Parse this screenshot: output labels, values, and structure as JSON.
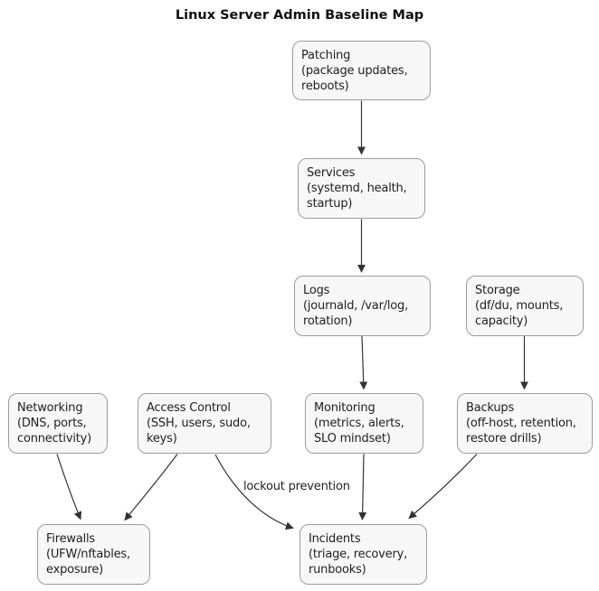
{
  "title": "Linux Server Admin Baseline Map",
  "nodes": {
    "patching": {
      "text": "Patching\n(package updates,\nreboots)"
    },
    "services": {
      "text": "Services\n(systemd, health,\nstartup)"
    },
    "logs": {
      "text": "Logs\n(journald, /var/log,\nrotation)"
    },
    "storage": {
      "text": "Storage\n(df/du, mounts,\ncapacity)"
    },
    "networking": {
      "text": "Networking\n(DNS, ports,\nconnectivity)"
    },
    "access_control": {
      "text": "Access Control\n(SSH, users, sudo,\nkeys)"
    },
    "monitoring": {
      "text": "Monitoring\n(metrics, alerts,\nSLO mindset)"
    },
    "backups": {
      "text": "Backups\n(off-host, retention,\nrestore drills)"
    },
    "firewalls": {
      "text": "Firewalls\n(UFW/nftables,\nexposure)"
    },
    "incidents": {
      "text": "Incidents\n(triage, recovery,\nrunbooks)"
    }
  },
  "edges": [
    {
      "from": "patching",
      "to": "services",
      "label": ""
    },
    {
      "from": "services",
      "to": "logs",
      "label": ""
    },
    {
      "from": "logs",
      "to": "monitoring",
      "label": ""
    },
    {
      "from": "storage",
      "to": "backups",
      "label": ""
    },
    {
      "from": "networking",
      "to": "firewalls",
      "label": ""
    },
    {
      "from": "access_control",
      "to": "firewalls",
      "label": ""
    },
    {
      "from": "access_control",
      "to": "incidents",
      "label": "lockout prevention"
    },
    {
      "from": "monitoring",
      "to": "incidents",
      "label": ""
    },
    {
      "from": "backups",
      "to": "incidents",
      "label": ""
    }
  ],
  "colors": {
    "background": "#ffffff",
    "node_fill": "#f7f7f7",
    "node_border": "#9c9c9c",
    "edge_stroke": "#333333",
    "text": "#1f1f1f"
  }
}
